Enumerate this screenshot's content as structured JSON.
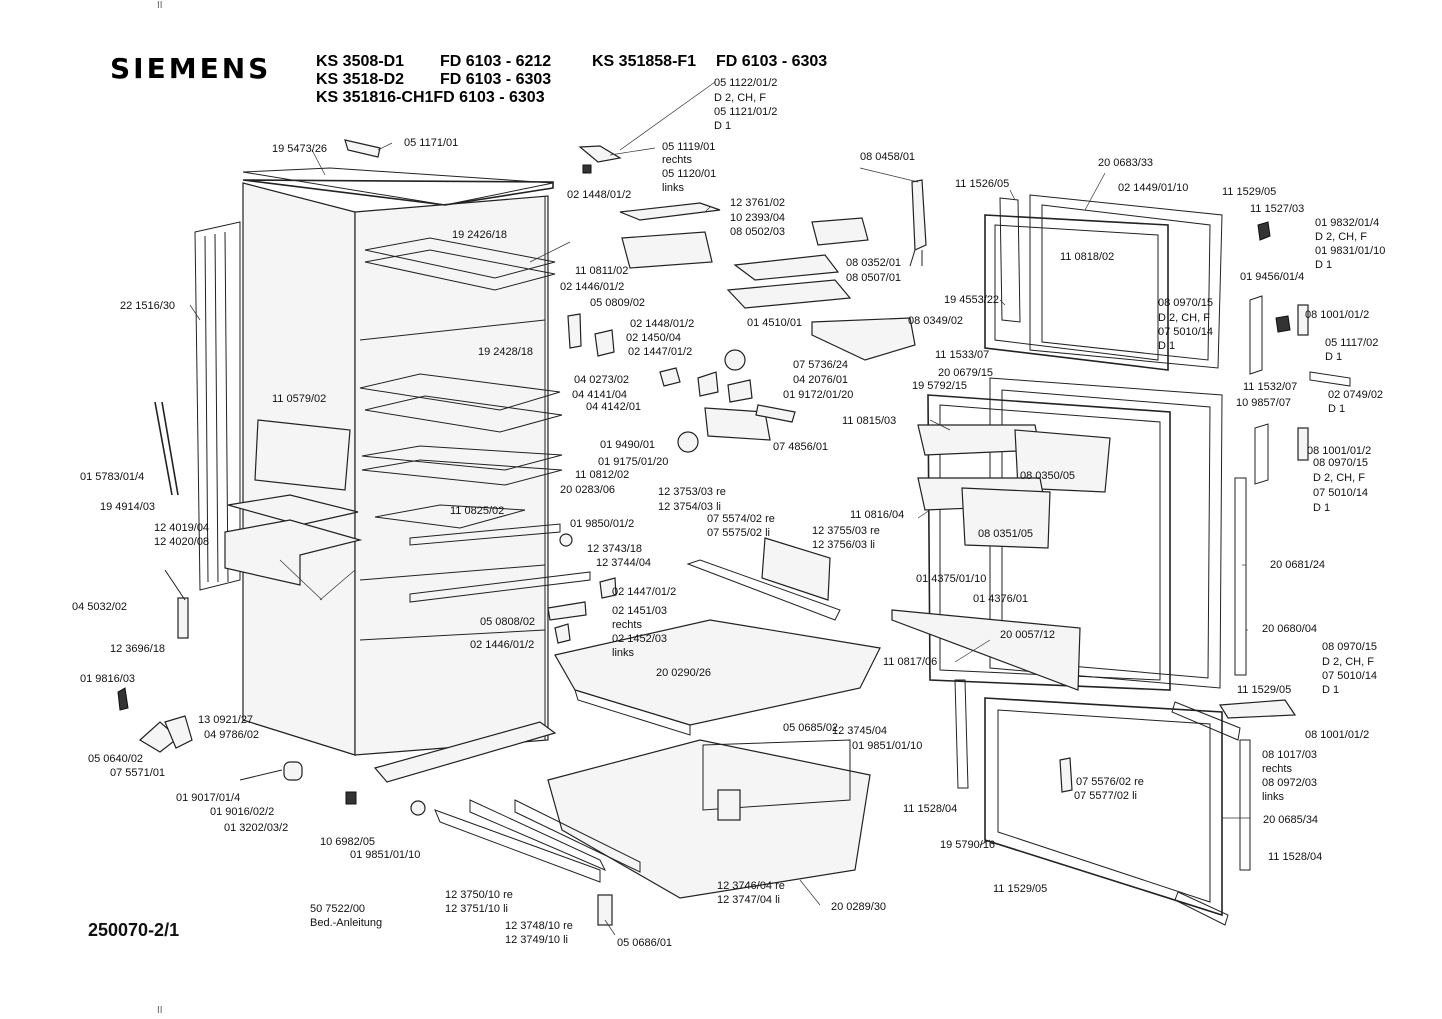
{
  "brand": "SIEMENS",
  "models": [
    {
      "model": "KS 3508-D1",
      "fd": "FD 6103 - 6212"
    },
    {
      "model": "KS 3518-D2",
      "fd": "FD 6103 - 6303"
    },
    {
      "model": "KS 351816-CH1",
      "fd": "FD 6103 - 6303"
    },
    {
      "model": "KS 351858-F1",
      "fd": "FD 6103 - 6303"
    }
  ],
  "doc_number": "250070-2/1",
  "marks": [
    "II",
    "II"
  ],
  "parts": [
    {
      "code": "05 1122/01/2"
    },
    {
      "code": "D 2, CH, F"
    },
    {
      "code": "05 1121/01/2"
    },
    {
      "code": "D 1"
    },
    {
      "code": "19 5473/26"
    },
    {
      "code": "05 1171/01"
    },
    {
      "code": "05 1119/01"
    },
    {
      "code": "rechts"
    },
    {
      "code": "05 1120/01"
    },
    {
      "code": "links"
    },
    {
      "code": "02 1448/01/2"
    },
    {
      "code": "08 0458/01"
    },
    {
      "code": "20 0683/33"
    },
    {
      "code": "12 3761/02"
    },
    {
      "code": "10 2393/04"
    },
    {
      "code": "08 0502/03"
    },
    {
      "code": "11 1526/05"
    },
    {
      "code": "02 1449/01/10"
    },
    {
      "code": "11 1529/05"
    },
    {
      "code": "11 1527/03"
    },
    {
      "code": "01 9832/01/4"
    },
    {
      "code": "D 2, CH, F"
    },
    {
      "code": "01 9831/01/10"
    },
    {
      "code": "D 1"
    },
    {
      "code": "19 2426/18"
    },
    {
      "code": "11 0818/02"
    },
    {
      "code": "08 0352/01"
    },
    {
      "code": "08 0507/01"
    },
    {
      "code": "01 9456/01/4"
    },
    {
      "code": "11 0811/02"
    },
    {
      "code": "02 1446/01/2"
    },
    {
      "code": "22 1516/30"
    },
    {
      "code": "05 0809/02"
    },
    {
      "code": "19 4553/22"
    },
    {
      "code": "08 0970/15"
    },
    {
      "code": "D 2, CH, F"
    },
    {
      "code": "07 5010/14"
    },
    {
      "code": "D 1"
    },
    {
      "code": "08 1001/01/2"
    },
    {
      "code": "02 1448/01/2"
    },
    {
      "code": "01 4510/01"
    },
    {
      "code": "08 0349/02"
    },
    {
      "code": "02 1450/04"
    },
    {
      "code": "02 1447/01/2"
    },
    {
      "code": "05 1117/02"
    },
    {
      "code": "D 1"
    },
    {
      "code": "19 2428/18"
    },
    {
      "code": "11 1533/07"
    },
    {
      "code": "20 0679/15"
    },
    {
      "code": "07 5736/24"
    },
    {
      "code": "04 0273/02"
    },
    {
      "code": "04 2076/01"
    },
    {
      "code": "19 5792/15"
    },
    {
      "code": "11 1532/07"
    },
    {
      "code": "02 0749/02"
    },
    {
      "code": "D 1"
    },
    {
      "code": "04 4141/04"
    },
    {
      "code": "01 9172/01/20"
    },
    {
      "code": "10 9857/07"
    },
    {
      "code": "11 0579/02"
    },
    {
      "code": "04 4142/01"
    },
    {
      "code": "11 0815/03"
    },
    {
      "code": "08 1001/01/2"
    },
    {
      "code": "01 9490/01"
    },
    {
      "code": "07 4856/01"
    },
    {
      "code": "01 5783/01/4"
    },
    {
      "code": "01 9175/01/20"
    },
    {
      "code": "08 0350/05"
    },
    {
      "code": "11 0812/02"
    },
    {
      "code": "20 0283/06"
    },
    {
      "code": "12 3753/03 re"
    },
    {
      "code": "12 3754/03 li"
    },
    {
      "code": "08 0970/15"
    },
    {
      "code": "D 2, CH, F"
    },
    {
      "code": "07 5010/14"
    },
    {
      "code": "D 1"
    },
    {
      "code": "19 4914/03"
    },
    {
      "code": "11 0825/02"
    },
    {
      "code": "11 0816/04"
    },
    {
      "code": "07 5574/02 re"
    },
    {
      "code": "07 5575/02 li"
    },
    {
      "code": "12 3755/03 re"
    },
    {
      "code": "12 3756/03 li"
    },
    {
      "code": "12 4019/04"
    },
    {
      "code": "12 4020/08"
    },
    {
      "code": "01 9850/01/2"
    },
    {
      "code": "08 0351/05"
    },
    {
      "code": "12 3743/18"
    },
    {
      "code": "12 3744/04"
    },
    {
      "code": "20 0681/24"
    },
    {
      "code": "01 4375/01/10"
    },
    {
      "code": "04 5032/02"
    },
    {
      "code": "02 1447/01/2"
    },
    {
      "code": "01 4376/01"
    },
    {
      "code": "02 1451/03"
    },
    {
      "code": "rechts"
    },
    {
      "code": "05 0808/02"
    },
    {
      "code": "02 1452/03"
    },
    {
      "code": "links"
    },
    {
      "code": "12 3696/18"
    },
    {
      "code": "02 1446/01/2"
    },
    {
      "code": "20 0057/12"
    },
    {
      "code": "20 0680/04"
    },
    {
      "code": "08 0970/15"
    },
    {
      "code": "D 2, CH, F"
    },
    {
      "code": "07 5010/14"
    },
    {
      "code": "D 1"
    },
    {
      "code": "11 0817/06"
    },
    {
      "code": "20 0290/26"
    },
    {
      "code": "01 9816/03"
    },
    {
      "code": "11 1529/05"
    },
    {
      "code": "13 0921/27"
    },
    {
      "code": "04 9786/02"
    },
    {
      "code": "05 0685/02"
    },
    {
      "code": "12 3745/04"
    },
    {
      "code": "01 9851/01/10"
    },
    {
      "code": "08 1001/01/2"
    },
    {
      "code": "05 0640/02"
    },
    {
      "code": "07 5571/01"
    },
    {
      "code": "08 1017/03"
    },
    {
      "code": "rechts"
    },
    {
      "code": "08 0972/03"
    },
    {
      "code": "links"
    },
    {
      "code": "07 5576/02 re"
    },
    {
      "code": "07 5577/02 li"
    },
    {
      "code": "01 9017/01/4"
    },
    {
      "code": "11 1528/04"
    },
    {
      "code": "01 9016/02/2"
    },
    {
      "code": "20 0685/34"
    },
    {
      "code": "01 3202/03/2"
    },
    {
      "code": "19 5790/16"
    },
    {
      "code": "10 6982/05"
    },
    {
      "code": "11 1528/04"
    },
    {
      "code": "01 9851/01/10"
    },
    {
      "code": "11 1529/05"
    },
    {
      "code": "12 3746/04 re"
    },
    {
      "code": "12 3747/04 li"
    },
    {
      "code": "12 3750/10 re"
    },
    {
      "code": "12 3751/10 li"
    },
    {
      "code": "20 0289/30"
    },
    {
      "code": "50 7522/00"
    },
    {
      "code": "Bed.-Anleitung"
    },
    {
      "code": "12 3748/10 re"
    },
    {
      "code": "12 3749/10 li"
    },
    {
      "code": "05 0686/01"
    }
  ]
}
